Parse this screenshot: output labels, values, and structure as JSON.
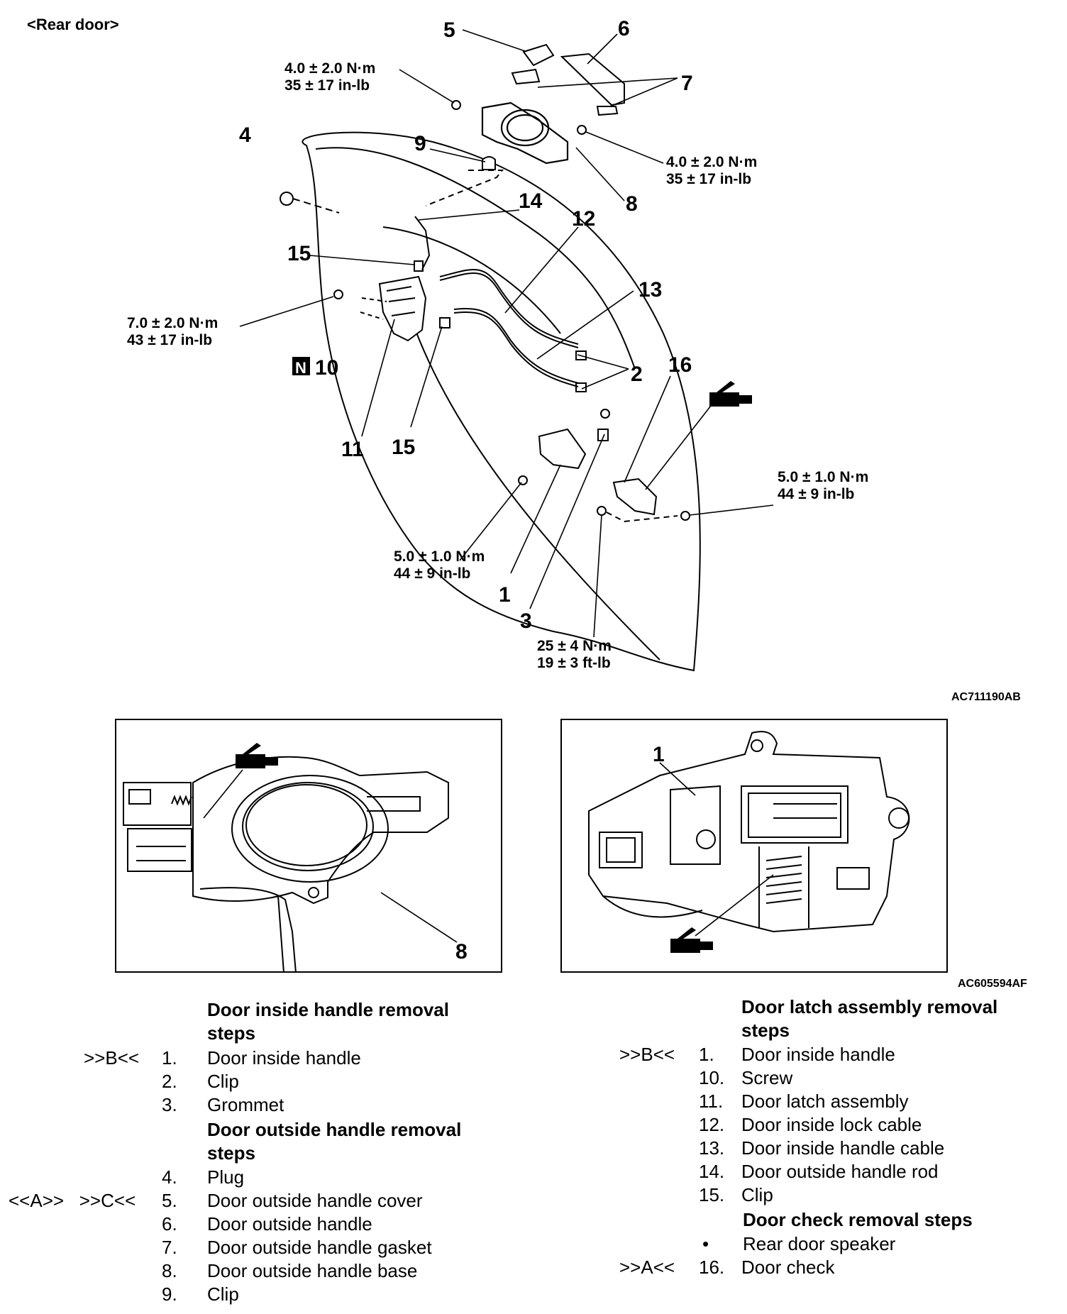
{
  "header": {
    "title": "<Rear door>"
  },
  "main_figure": {
    "id": "AC711190AB",
    "callouts": [
      "1",
      "2",
      "3",
      "4",
      "5",
      "6",
      "7",
      "8",
      "9",
      "10",
      "11",
      "12",
      "13",
      "14",
      "15",
      "15",
      "16"
    ],
    "n_mark": "N",
    "torques": [
      {
        "nm": "4.0 ± 2.0 N·m",
        "imp": "35 ± 17 in-lb"
      },
      {
        "nm": "4.0 ± 2.0 N·m",
        "imp": "35 ± 17 in-lb"
      },
      {
        "nm": "7.0 ± 2.0 N·m",
        "imp": "43 ± 17 in-lb"
      },
      {
        "nm": "5.0 ± 1.0 N·m",
        "imp": "44 ± 9 in-lb"
      },
      {
        "nm": "5.0 ± 1.0 N·m",
        "imp": "44 ± 9 in-lb"
      },
      {
        "nm": "25 ± 4 N·m",
        "imp": "19 ± 3 ft-lb"
      }
    ]
  },
  "detail_figures": {
    "id": "AC605594AF",
    "left_callout": "8",
    "right_callout": "1"
  },
  "left_column": {
    "sections": [
      {
        "title_line1": "Door inside handle removal",
        "title_line2": "steps"
      },
      {
        "title_line1": "Door outside handle removal",
        "title_line2": "steps"
      }
    ],
    "rows": [
      {
        "mark": ">>B<<",
        "num": "1.",
        "text": "Door inside handle"
      },
      {
        "mark": "",
        "num": "2.",
        "text": "Clip"
      },
      {
        "mark": "",
        "num": "3.",
        "text": "Grommet"
      },
      {
        "mark": "",
        "num": "4.",
        "text": "Plug"
      },
      {
        "mark": "<<A>>   >>C<<",
        "num": "5.",
        "text": "Door outside handle cover"
      },
      {
        "mark": "",
        "num": "6.",
        "text": "Door outside handle"
      },
      {
        "mark": "",
        "num": "7.",
        "text": "Door outside handle gasket"
      },
      {
        "mark": "",
        "num": "8.",
        "text": "Door outside handle base"
      },
      {
        "mark": "",
        "num": "9.",
        "text": "Clip"
      }
    ]
  },
  "right_column": {
    "sections": [
      {
        "title_line1": "Door latch assembly removal",
        "title_line2": "steps"
      },
      {
        "title_line1": "Door check removal steps"
      }
    ],
    "rows": [
      {
        "mark": ">>B<<",
        "num": "1.",
        "text": "Door inside handle"
      },
      {
        "mark": "",
        "num": "10.",
        "text": "Screw"
      },
      {
        "mark": "",
        "num": "11.",
        "text": "Door latch assembly"
      },
      {
        "mark": "",
        "num": "12.",
        "text": "Door inside lock cable"
      },
      {
        "mark": "",
        "num": "13.",
        "text": "Door inside handle cable"
      },
      {
        "mark": "",
        "num": "14.",
        "text": "Door outside handle rod"
      },
      {
        "mark": "",
        "num": "15.",
        "text": "Clip"
      },
      {
        "mark": "",
        "num": "•",
        "text": "Rear door speaker"
      },
      {
        "mark": ">>A<<",
        "num": "16.",
        "text": "Door check"
      }
    ]
  }
}
